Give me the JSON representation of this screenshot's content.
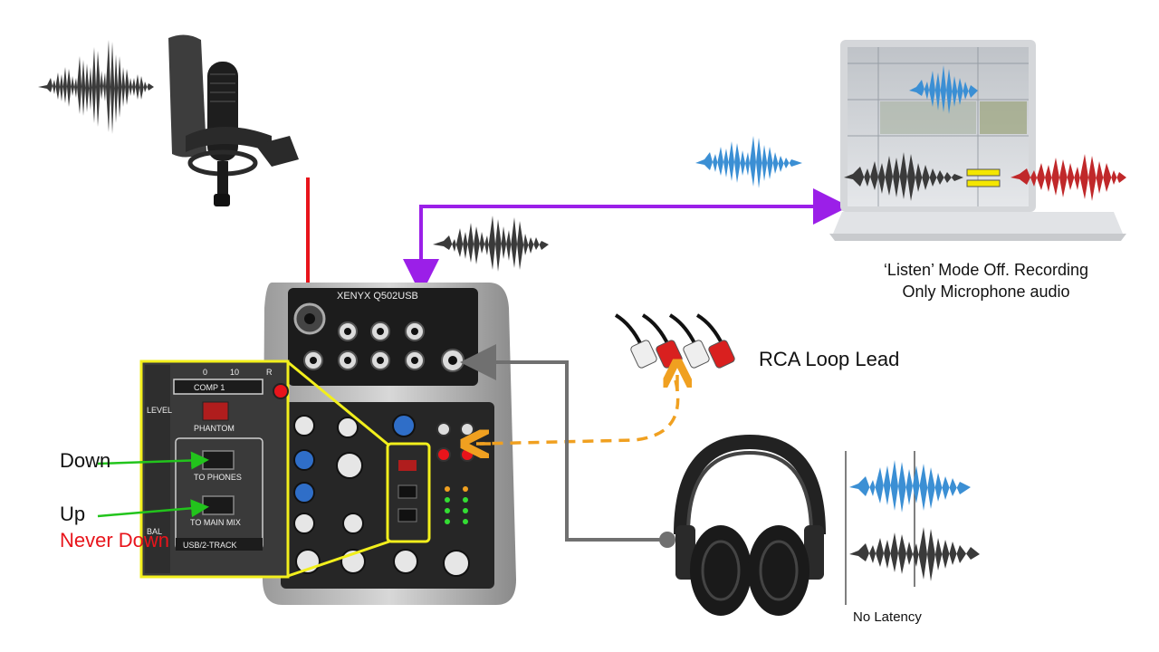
{
  "labels": {
    "listen_mode_line1": "‘Listen’ Mode Off. Recording",
    "listen_mode_line2": "Only Microphone audio",
    "rca_loop": "RCA Loop Lead",
    "down": "Down",
    "up": "Up",
    "never_down": "Never Down",
    "no_latency": "No Latency"
  },
  "panel": {
    "comp": "COMP 1",
    "phantom": "PHANTOM",
    "to_phones": "TO PHONES",
    "to_main_mix": "TO MAIN MIX",
    "usb_2track": "USB/2-TRACK",
    "level": "LEVEL",
    "bal": "BAL",
    "scale_0": "0",
    "scale_10": "10",
    "r": "R"
  },
  "mixer": {
    "brand": "XENYX Q502USB"
  },
  "colors": {
    "mic_arrow": "#e8141b",
    "usb_arrow": "#9b1fe8",
    "rca_arrow": "#f0a020",
    "phones_cable": "#707070",
    "zoom_outline": "#f2ef1c",
    "switch_arrow": "#22c41c",
    "wave_gray": "#3a3a3a",
    "wave_blue": "#3b8fd4",
    "wave_red": "#c0282a"
  }
}
